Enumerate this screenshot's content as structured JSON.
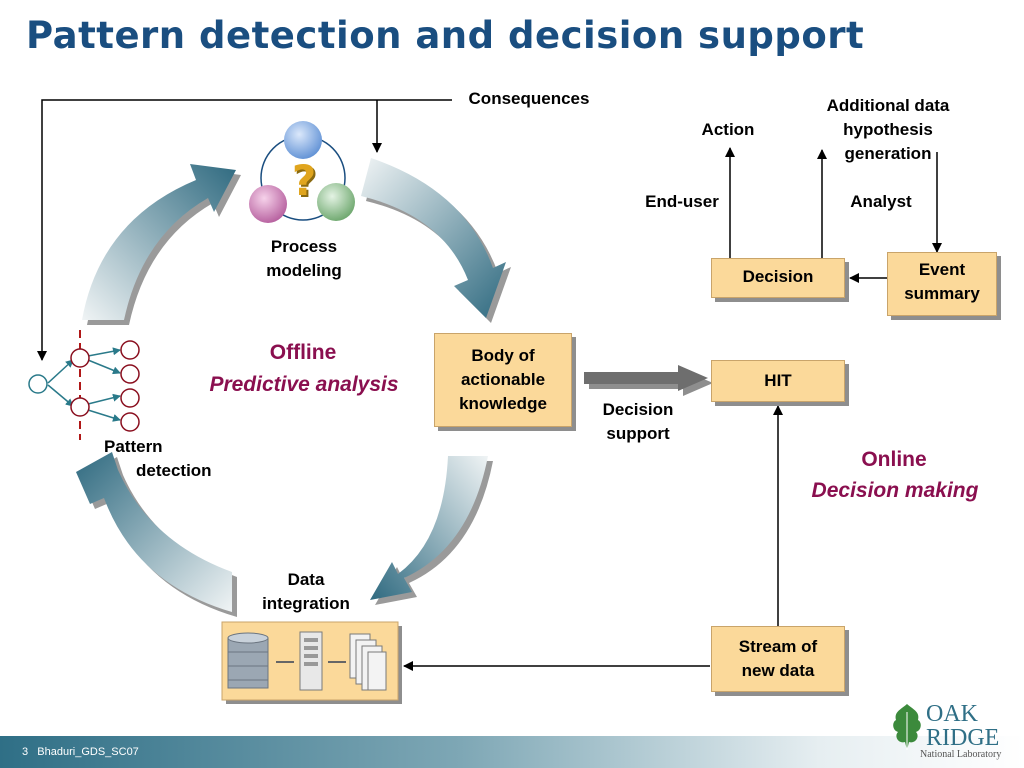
{
  "title": "Pattern detection and decision support",
  "labels": {
    "consequences": "Consequences",
    "process_modeling": "Process modeling",
    "pattern_detection_1": "Pattern",
    "pattern_detection_2": "detection",
    "data_integration": "Data integration",
    "decision_support": "Decision support",
    "action": "Action",
    "additional_data": "Additional data hypothesis generation",
    "end_user": "End-user",
    "analyst": "Analyst",
    "question_mark": "?"
  },
  "boxes": {
    "body_of_knowledge": "Body of actionable knowledge",
    "decision": "Decision",
    "event_summary": "Event summary",
    "hit": "HIT",
    "stream": "Stream of new data"
  },
  "modes": {
    "offline_title": "Offline",
    "offline_sub": "Predictive analysis",
    "online_title": "Online",
    "online_sub": "Decision making"
  },
  "footer": {
    "page_number": "3",
    "presentation_id": "Bhaduri_GDS_SC07"
  },
  "logo": {
    "line1": "OAK RIDGE",
    "line2": "National Laboratory"
  },
  "colors": {
    "title": "#1a4e80",
    "box_fill": "#fbd99a",
    "mode_text": "#8a0f4f",
    "arrow": "#4a7c90"
  }
}
